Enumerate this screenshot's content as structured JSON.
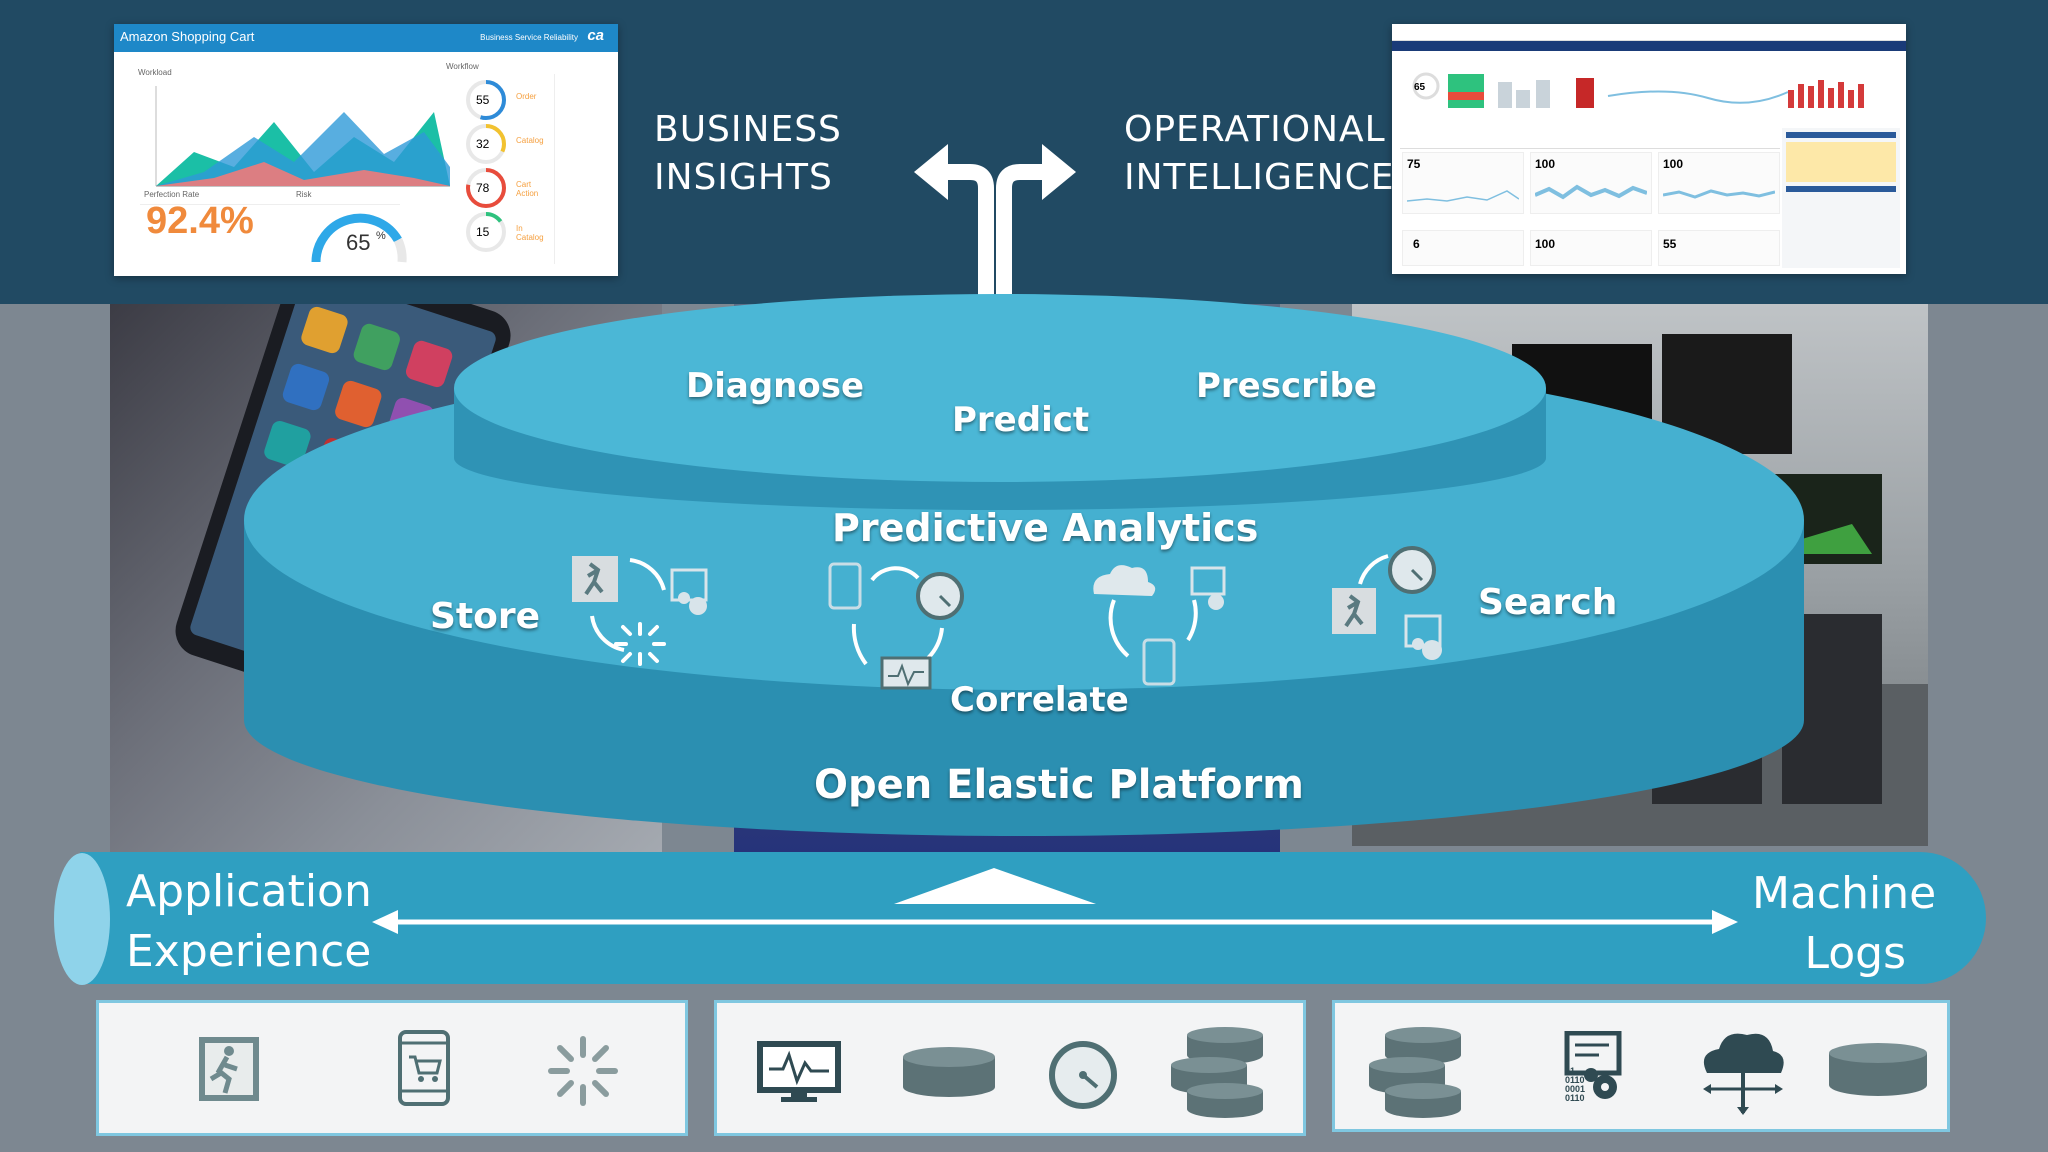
{
  "top": {
    "business_label_line1": "BUSINESS",
    "business_label_line2": "INSIGHTS",
    "operational_label_line1": "OPERATIONAL",
    "operational_label_line2": "INTELLIGENCE"
  },
  "business_dashboard": {
    "title": "Amazon Shopping Cart",
    "header_right": "Business Service Reliability",
    "brand": "ca",
    "workload_label": "Workload",
    "workflow_label": "Workflow",
    "perfection_label": "Perfection Rate",
    "perfection_value": "92.4%",
    "risk_label": "Risk",
    "risk_value": "65",
    "risk_unit": "%",
    "workflow_items": [
      {
        "pct": "55",
        "label": "Order"
      },
      {
        "pct": "32",
        "label": "Catalog"
      },
      {
        "pct": "78",
        "label": "Cart Action"
      },
      {
        "pct": "15",
        "label": "In Catalog"
      }
    ]
  },
  "ops_dashboard": {
    "metrics": [
      "75",
      "100",
      "100",
      "6",
      "100",
      "55"
    ],
    "gauge_value": "65"
  },
  "platform": {
    "upper_labels": {
      "diagnose": "Diagnose",
      "predict": "Predict",
      "prescribe": "Prescribe"
    },
    "predictive_analytics": "Predictive Analytics",
    "store": "Store",
    "correlate": "Correlate",
    "search": "Search",
    "open_elastic": "Open Elastic Platform"
  },
  "pipe": {
    "left_line1": "Application",
    "left_line2": "Experience",
    "right_line1": "Machine",
    "right_line2": "Logs"
  },
  "bottom_icons": {
    "binary_lines": [
      "01",
      "0110",
      "0001",
      "0110"
    ]
  },
  "colors": {
    "top_band": "#214a63",
    "disc": "#3fa8c8",
    "disc_rim": "#2d8fb0",
    "pipe": "#2f9fc1",
    "box_border": "#7fc7e0",
    "icon": "#4f6f73"
  }
}
